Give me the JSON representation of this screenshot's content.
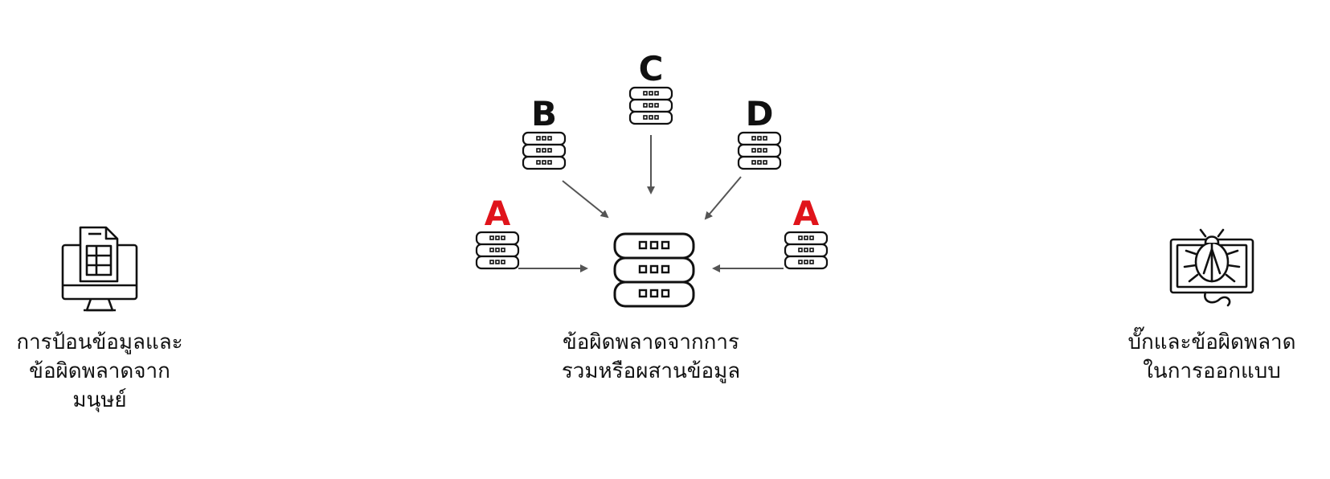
{
  "colors": {
    "ink": "#111111",
    "accent": "#e0141b",
    "arrow": "#555555"
  },
  "left": {
    "icon": "monitor-spreadsheet-icon",
    "caption_lines": [
      "การป้อนข้อมูลและ",
      "ข้อผิดพลาดจาก",
      "มนุษย์"
    ]
  },
  "center": {
    "icon": "database-merge-icon",
    "caption_lines": [
      "ข้อผิดพลาดจากการ",
      "รวมหรือผสานข้อมูล"
    ],
    "sources": [
      {
        "label": "A",
        "highlight": true
      },
      {
        "label": "B",
        "highlight": false
      },
      {
        "label": "C",
        "highlight": false
      },
      {
        "label": "D",
        "highlight": false
      },
      {
        "label": "A",
        "highlight": true
      }
    ]
  },
  "right": {
    "icon": "monitor-bug-icon",
    "caption_lines": [
      "บั๊กและข้อผิดพลาด",
      "ในการออกแบบ"
    ]
  }
}
